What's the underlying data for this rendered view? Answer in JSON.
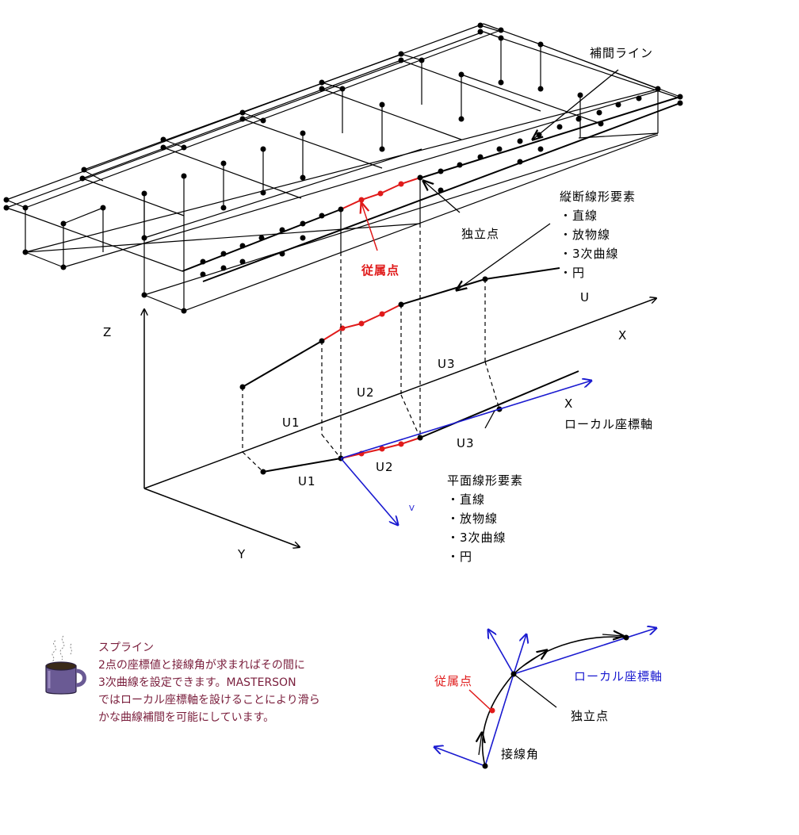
{
  "labels": {
    "interp_line": "補間ライン",
    "indep_point": "独立点",
    "dependent_point": "従属点",
    "axis_z": "Z",
    "axis_y": "Y",
    "axis_x_global": "X",
    "axis_u": "U",
    "axis_x_local": "X",
    "axis_v_local": "V",
    "local_axis": "ローカル座標軸",
    "seg_u1_upper": "U1",
    "seg_u2_upper": "U2",
    "seg_u3_upper": "U3",
    "seg_u1_lower": "U1",
    "seg_u2_lower": "U2",
    "seg_u3_lower": "U3"
  },
  "vertical_elements": {
    "heading": "縦断線形要素",
    "items": [
      "・直線",
      "・放物線",
      "・3次曲線",
      "・円"
    ]
  },
  "plan_elements": {
    "heading": "平面線形要素",
    "items": [
      "・直線",
      "・放物線",
      "・3次曲線",
      "・円"
    ]
  },
  "note": {
    "title": "スプライン",
    "lines": [
      "2点の座標値と接線角が求まればその間に",
      "3次曲線を設定できます。MASTERSON",
      "ではローカル座標軸を設けることにより滑ら",
      "かな曲線補間を可能にしています。"
    ]
  },
  "inset": {
    "dependent_point": "従属点",
    "local_axis": "ローカル座標軸",
    "indep_point": "独立点",
    "tangent_angle": "接線角"
  },
  "colors": {
    "line": "#000000",
    "dependent": "#e01a1a",
    "local_axis": "#1a1ad0",
    "note_text": "#7a1e3c"
  }
}
